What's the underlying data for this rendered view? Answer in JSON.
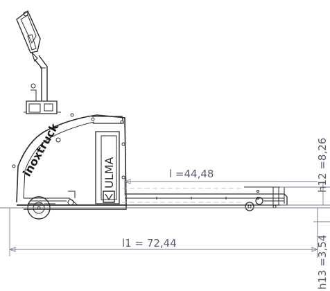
{
  "diagram": {
    "brand": "inoxtruck",
    "logo": "ULMA",
    "dimensions": {
      "l": "l =44,48",
      "l1": "l1 = 72,44",
      "h12": "h12 =8,26",
      "h13": "h13 =3,54"
    },
    "colors": {
      "line": "#2a2a2a",
      "dimension": "#7a7a95",
      "dimension_text": "#5a5a72",
      "background": "#ffffff"
    }
  }
}
